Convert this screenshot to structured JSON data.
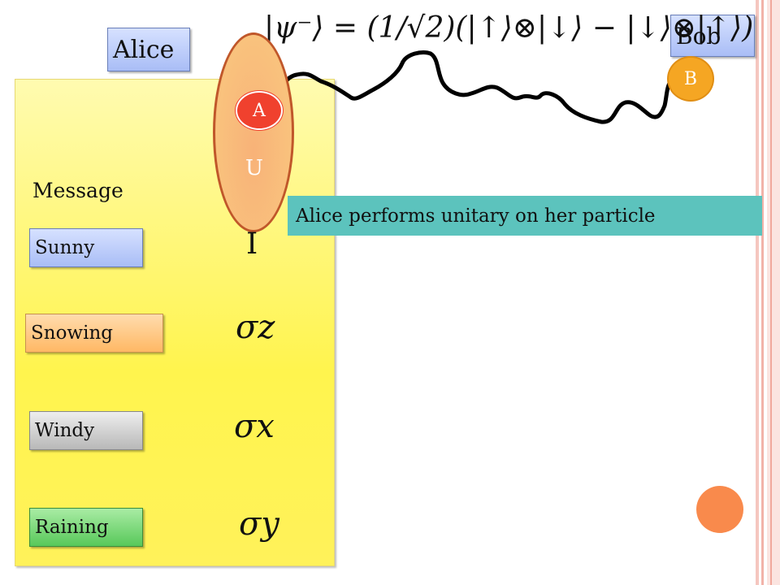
{
  "alice_label": "Alice",
  "bob_label": "Bob",
  "particle_a": "A",
  "particle_b": "B",
  "unitary_label": "U",
  "message_label": "Message",
  "info_box": "Alice performs unitary on her particle",
  "formula": "|ψ⁻⟩ = (1/√2)(|↑⟩⊗|↓⟩ − |↓⟩⊗|↑⟩)",
  "messages": [
    {
      "label": "Sunny",
      "operator": "I"
    },
    {
      "label": "Snowing",
      "operator": "σz"
    },
    {
      "label": "Windy",
      "operator": "σx"
    },
    {
      "label": "Raining",
      "operator": "σy"
    }
  ],
  "colors": {
    "panel": "#fff44e",
    "oval": "#f9c27d",
    "particle_a": "#f0412e",
    "particle_b": "#f5a623",
    "info_box": "#5cc3bd",
    "corner_dot": "#f98a4c"
  }
}
